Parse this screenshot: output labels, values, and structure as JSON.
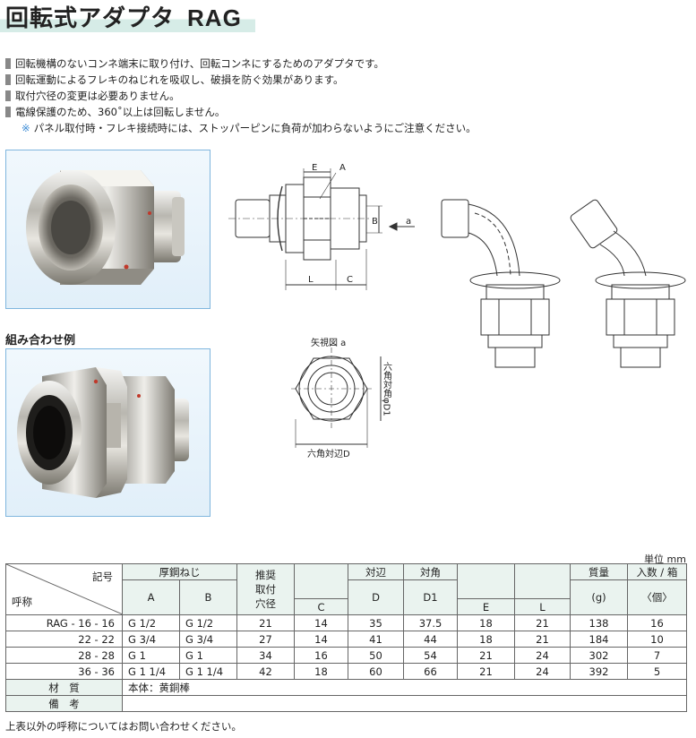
{
  "header": {
    "title": "回転式アダプタ",
    "code": "RAG"
  },
  "features": [
    "回転機構のないコンネ端末に取り付け、回転コンネにするためのアダプタです。",
    "回転運動によるフレキのねじれを吸収し、破損を防ぐ効果があります。",
    "取付穴径の変更は必要ありません。",
    "電線保護のため、360˚以上は回転しません。"
  ],
  "note": {
    "mark": "※",
    "text": "パネル取付時・フレキ接続時には、ストッパーピンに負荷が加わらないようにご注意ください。"
  },
  "combo_label": "組み合わせ例",
  "drawing": {
    "labels": {
      "E": "E",
      "A": "A",
      "B": "B",
      "L": "L",
      "C": "C",
      "a": "a"
    },
    "view_label": "矢視図 a",
    "hex_diag_label": "六角対角φD1",
    "hex_flat_label": "六角対辺D"
  },
  "unit": "単位 mm",
  "table": {
    "h_symbol": "記号",
    "h_name": "呼称",
    "h_thread": "厚鋼ねじ",
    "h_A": "A",
    "h_B": "B",
    "h_hole_1": "推奨",
    "h_hole_2": "取付",
    "h_hole_3": "穴径",
    "h_C": "C",
    "h_D_top": "対辺",
    "h_D": "D",
    "h_D1_top": "対角",
    "h_D1": "D1",
    "h_E": "E",
    "h_L": "L",
    "h_mass_top": "質量",
    "h_mass": "(g)",
    "h_qty_top": "入数 / 箱",
    "h_qty": "〈個〉",
    "rows": [
      {
        "name": "RAG -  16 - 16",
        "A": "G 1/2",
        "B": "G 1/2",
        "hole": "21",
        "C": "14",
        "D": "35",
        "D1": "37.5",
        "E": "18",
        "L": "21",
        "mass": "138",
        "qty": "16"
      },
      {
        "name": "22 - 22",
        "A": "G 3/4",
        "B": "G 3/4",
        "hole": "27",
        "C": "14",
        "D": "41",
        "D1": "44",
        "E": "18",
        "L": "21",
        "mass": "184",
        "qty": "10"
      },
      {
        "name": "28 - 28",
        "A": "G  1",
        "B": "G  1",
        "hole": "34",
        "C": "16",
        "D": "50",
        "D1": "54",
        "E": "21",
        "L": "24",
        "mass": "302",
        "qty": "7"
      },
      {
        "name": "36 - 36",
        "A": "G 1 1/4",
        "B": "G 1 1/4",
        "hole": "42",
        "C": "18",
        "D": "60",
        "D1": "66",
        "E": "21",
        "L": "24",
        "mass": "392",
        "qty": "5"
      }
    ],
    "material_label": "材　質",
    "material_value": "本体：黄銅棒",
    "remarks_label": "備　考",
    "remarks_value": ""
  },
  "footer": "上表以外の呼称についてはお問い合わせください。"
}
